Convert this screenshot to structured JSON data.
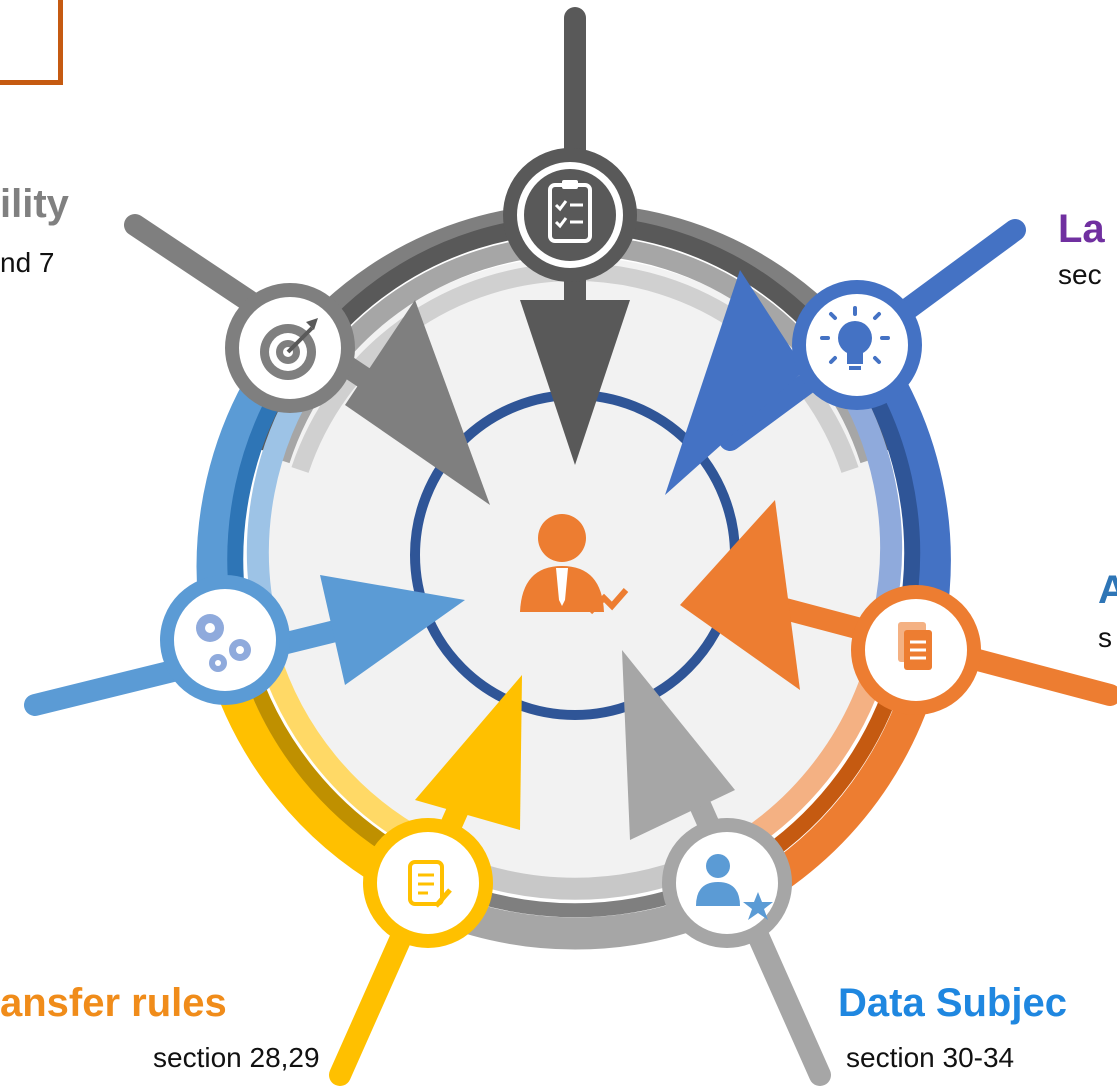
{
  "colors": {
    "dark_gray": "#595959",
    "mid_gray": "#7f7f7f",
    "light_gray": "#a6a6a6",
    "blue": "#4472c4",
    "light_blue": "#5b9bd5",
    "orange": "#ed7d31",
    "yellow": "#ffc000",
    "purple": "#7030a0",
    "center_bg": "#f2f2f2",
    "inner_ring": "#2f5597"
  },
  "labels": {
    "accountability_title": "ility",
    "accountability_sub": "nd 7",
    "lawful_title": "La",
    "lawful_sub": "sec",
    "a_title": "A",
    "a_sub": "s",
    "transfer_title": "ansfer rules",
    "transfer_sub": "section 28,29",
    "subject_title": "Data Subjec",
    "subject_sub": "section 30-34"
  },
  "icons": {
    "top": "clipboard-checklist-icon",
    "upper_left": "target-icon",
    "upper_right": "lightbulb-icon",
    "left": "gears-icon",
    "right": "document-icon",
    "bottom_left": "edit-note-icon",
    "bottom_right": "user-star-icon",
    "center": "business-person-icon"
  }
}
